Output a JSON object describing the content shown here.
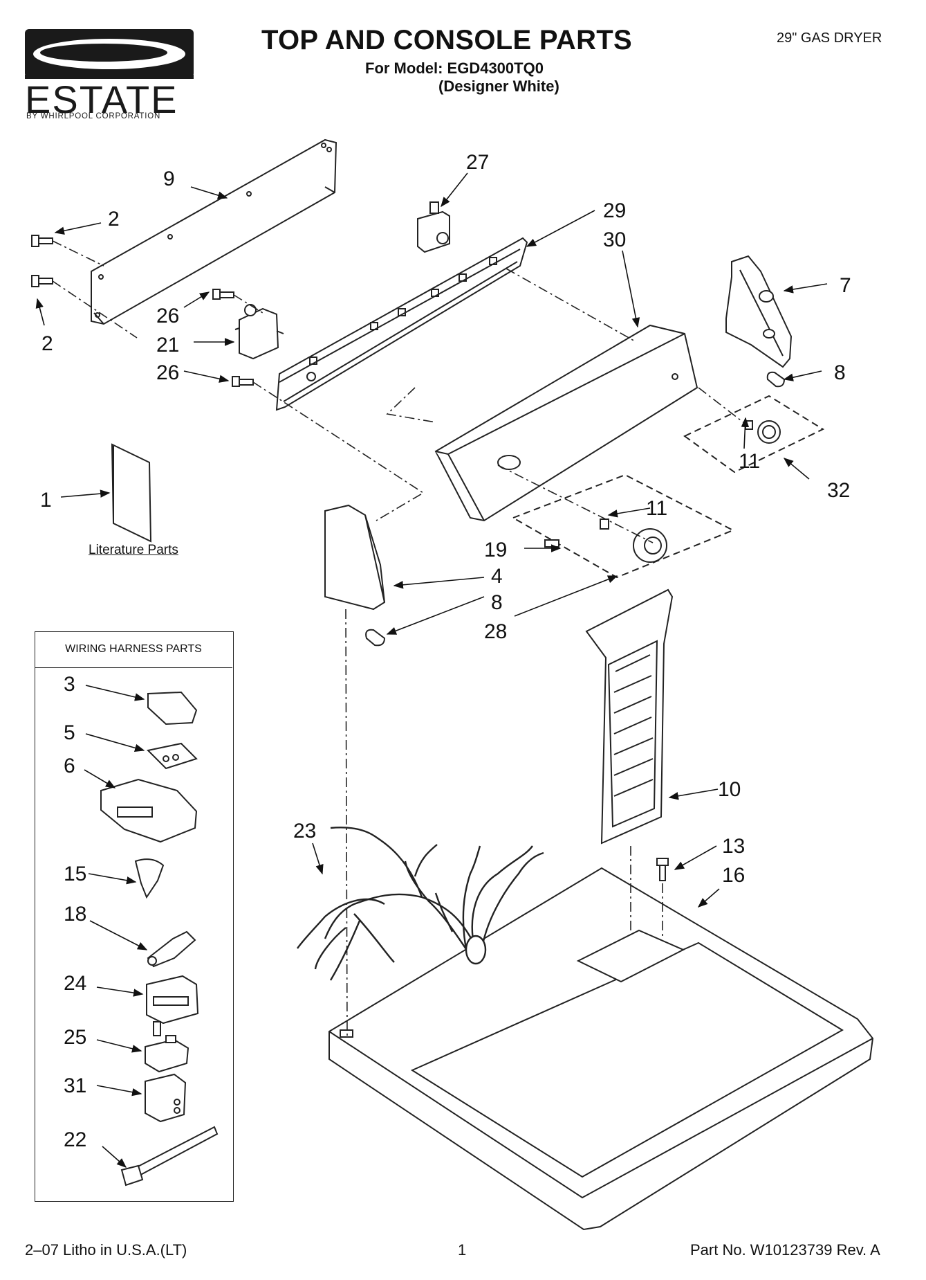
{
  "brand": {
    "name": "ESTATE",
    "tagline": "BY WHIRLPOOL CORPORATION"
  },
  "header": {
    "title": "TOP AND CONSOLE PARTS",
    "model_line": "For Model: EGD4300TQ0",
    "variant": "(Designer White)",
    "product": "29\" GAS DRYER"
  },
  "labels": {
    "literature": "Literature Parts",
    "harness_box": "WIRING HARNESS PARTS"
  },
  "callouts": [
    "1",
    "2",
    "3",
    "4",
    "5",
    "6",
    "7",
    "8",
    "9",
    "10",
    "11",
    "13",
    "15",
    "16",
    "18",
    "19",
    "21",
    "22",
    "23",
    "24",
    "25",
    "26",
    "27",
    "28",
    "29",
    "30",
    "31",
    "32"
  ],
  "footer": {
    "left": "2–07 Litho in U.S.A.(LT)",
    "center": "1",
    "right": "Part No. W10123739 Rev. A"
  }
}
